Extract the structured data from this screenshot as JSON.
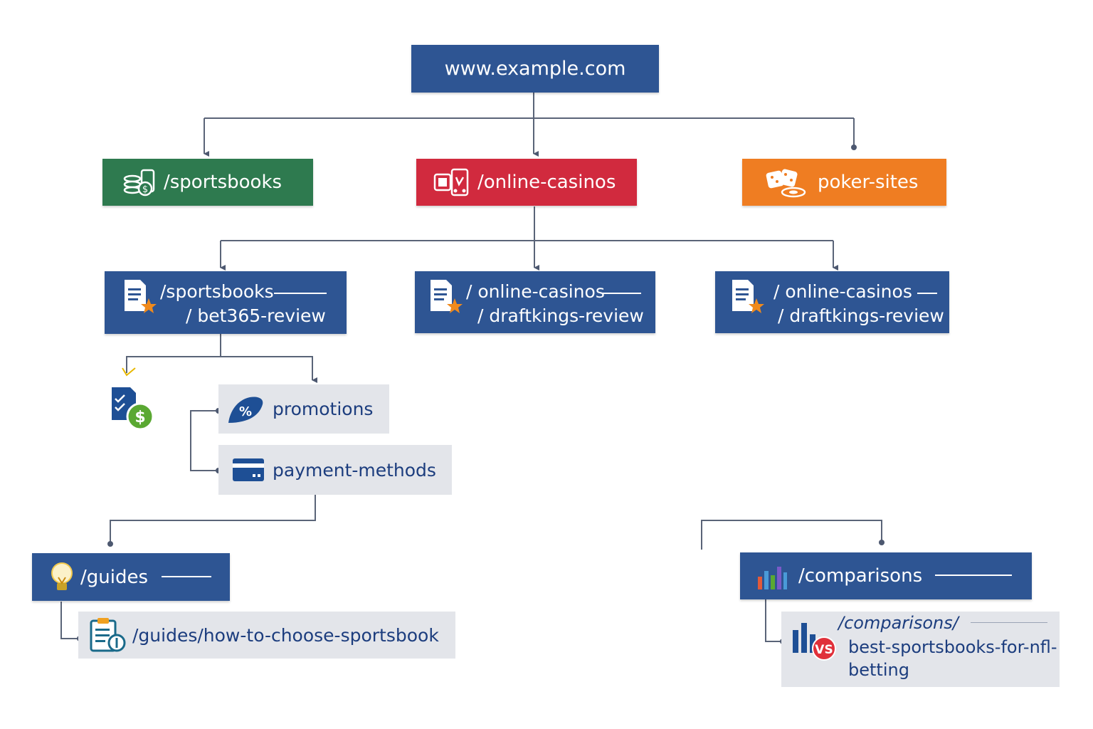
{
  "diagram": {
    "root": {
      "label": "www.example.com"
    },
    "level1": [
      {
        "id": "sportsbooks",
        "label": "/sportsbooks",
        "color": "#2e7a4f",
        "icon": "money-phone-icon"
      },
      {
        "id": "online-casinos",
        "label": "/online-casinos",
        "color": "#d12a3e",
        "icon": "slot-machine-icon"
      },
      {
        "id": "poker-sites",
        "label": "poker-sites",
        "color": "#ef7d22",
        "icon": "dice-chips-icon"
      }
    ],
    "reviews": [
      {
        "line1": "/sportsbooks",
        "line2": "/ bet365-review",
        "icon": "review-document-icon"
      },
      {
        "line1": "/ online-casinos",
        "line2": "/ draftkings-review",
        "icon": "review-document-icon"
      },
      {
        "line1": "/ online-casinos",
        "line2": "/ draftkings-review",
        "icon": "review-document-icon"
      }
    ],
    "standalone_icon": "checklist-dollar-icon",
    "subpages": [
      {
        "label": "promotions",
        "icon": "percent-tag-icon"
      },
      {
        "label": "payment-methods",
        "icon": "credit-card-icon"
      }
    ],
    "guides": {
      "label": "/guides",
      "icon": "lightbulb-icon",
      "child": {
        "label": "/guides/how-to-choose-sportsbook",
        "icon": "clipboard-icon"
      }
    },
    "comparisons": {
      "label": "/comparisons",
      "icon": "bar-chart-icon",
      "child": {
        "line1": "/comparisons/",
        "line2": "best-sportsbooks-for-nfl-",
        "line3": "betting",
        "icon": "versus-chart-icon",
        "badge": "VS"
      }
    },
    "colors": {
      "node_blue": "#2e5593",
      "connector": "#5a6478",
      "light_box": "#e3e5ea",
      "light_text": "#1c3d7e",
      "accent_orange": "#f08a1c",
      "accent_green": "#5aa832"
    }
  }
}
